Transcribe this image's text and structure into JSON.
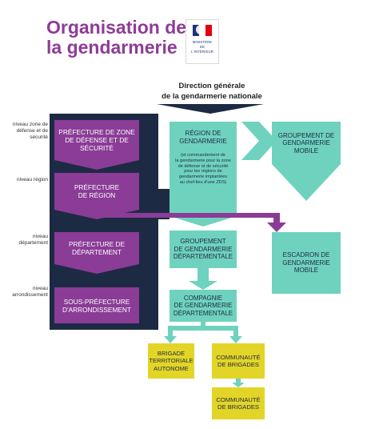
{
  "title": {
    "line1": "Organisation de",
    "line2": "la gendarmerie"
  },
  "logo": {
    "line1": "MINISTÈRE",
    "line2": "DE",
    "line3": "L'INTÉRIEUR",
    "flag_colors": [
      "#1f3277",
      "#ffffff",
      "#e1000f"
    ]
  },
  "header": {
    "line1": "Direction générale",
    "line2": "de la gendarmerie nationale"
  },
  "levels": [
    {
      "lines": [
        "niveau zone de",
        "défense et de",
        "sécurité"
      ]
    },
    {
      "lines": [
        "niveau région"
      ]
    },
    {
      "lines": [
        "niveau",
        "département"
      ]
    },
    {
      "lines": [
        "niveau",
        "arrondissement"
      ]
    }
  ],
  "prefectures": [
    {
      "lines": [
        "PRÉFECTURE DE ZONE",
        "DE DÉFENSE ET DE",
        "SÉCURITÉ"
      ]
    },
    {
      "lines": [
        "PRÉFECTURE",
        "DE RÉGION"
      ]
    },
    {
      "lines": [
        "PRÉFECTURE DE",
        "DÉPARTEMENT"
      ]
    },
    {
      "lines": [
        "SOUS-PRÉFECTURE",
        "D'ARRONDISSEMENT"
      ]
    }
  ],
  "region": {
    "lines": [
      "RÉGION DE",
      "GENDARMERIE"
    ],
    "note": [
      "(et commandement de",
      "la gendarmerie pour la zone",
      "de défense et de sécurité",
      "pour les régions de",
      "gendarmerie implantées",
      "au chef-lieu d'une ZDS)"
    ]
  },
  "groupement_departemental": {
    "lines": [
      "GROUPEMENT",
      "DE GENDARMERIE",
      "DÉPARTEMENTALE"
    ]
  },
  "compagnie": {
    "lines": [
      "COMPAGNIE",
      "DE GENDARMERIE",
      "DÉPARTEMENTALE"
    ]
  },
  "groupement_mobile": {
    "lines": [
      "GROUPEMENT DE",
      "GENDARMERIE",
      "MOBILE"
    ]
  },
  "escadron": {
    "lines": [
      "ESCADRON DE",
      "GENDARMERIE",
      "MOBILE"
    ]
  },
  "brigade": {
    "lines": [
      "BRIGADE",
      "TERRITORIALE",
      "AUTONOME"
    ]
  },
  "communaute1": {
    "lines": [
      "COMMUNAUTÉ",
      "DE BRIGADES"
    ]
  },
  "communaute2": {
    "lines": [
      "COMMUNAUTÉ",
      "DE BRIGADES"
    ]
  },
  "colors": {
    "title": "#8e3c98",
    "navy": "#1d2a44",
    "purple": "#8a3c96",
    "teal": "#6fd2be",
    "yellow": "#e3d527"
  }
}
